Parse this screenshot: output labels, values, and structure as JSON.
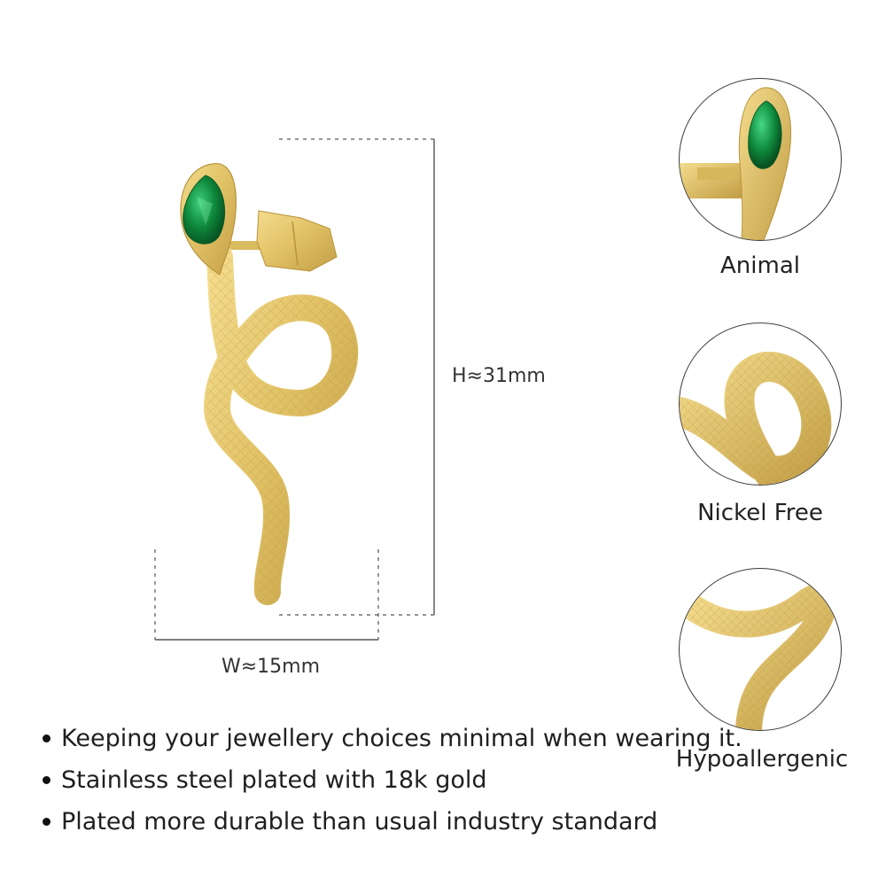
{
  "dimensions": {
    "height_label": "H≈31mm",
    "width_label": "W≈15mm"
  },
  "features": [
    {
      "label": "Animal"
    },
    {
      "label": "Nickel Free"
    },
    {
      "label": "Hypoallergenic"
    }
  ],
  "bullets": [
    "Keeping your jewellery choices minimal when wearing it.",
    "Stainless steel plated with 18k gold",
    "Plated more durable than usual industry standard"
  ],
  "colors": {
    "gold": "#e3c46b",
    "gold_dark": "#b8933a",
    "emerald": "#0f8a3c",
    "guide_line": "#555555"
  }
}
